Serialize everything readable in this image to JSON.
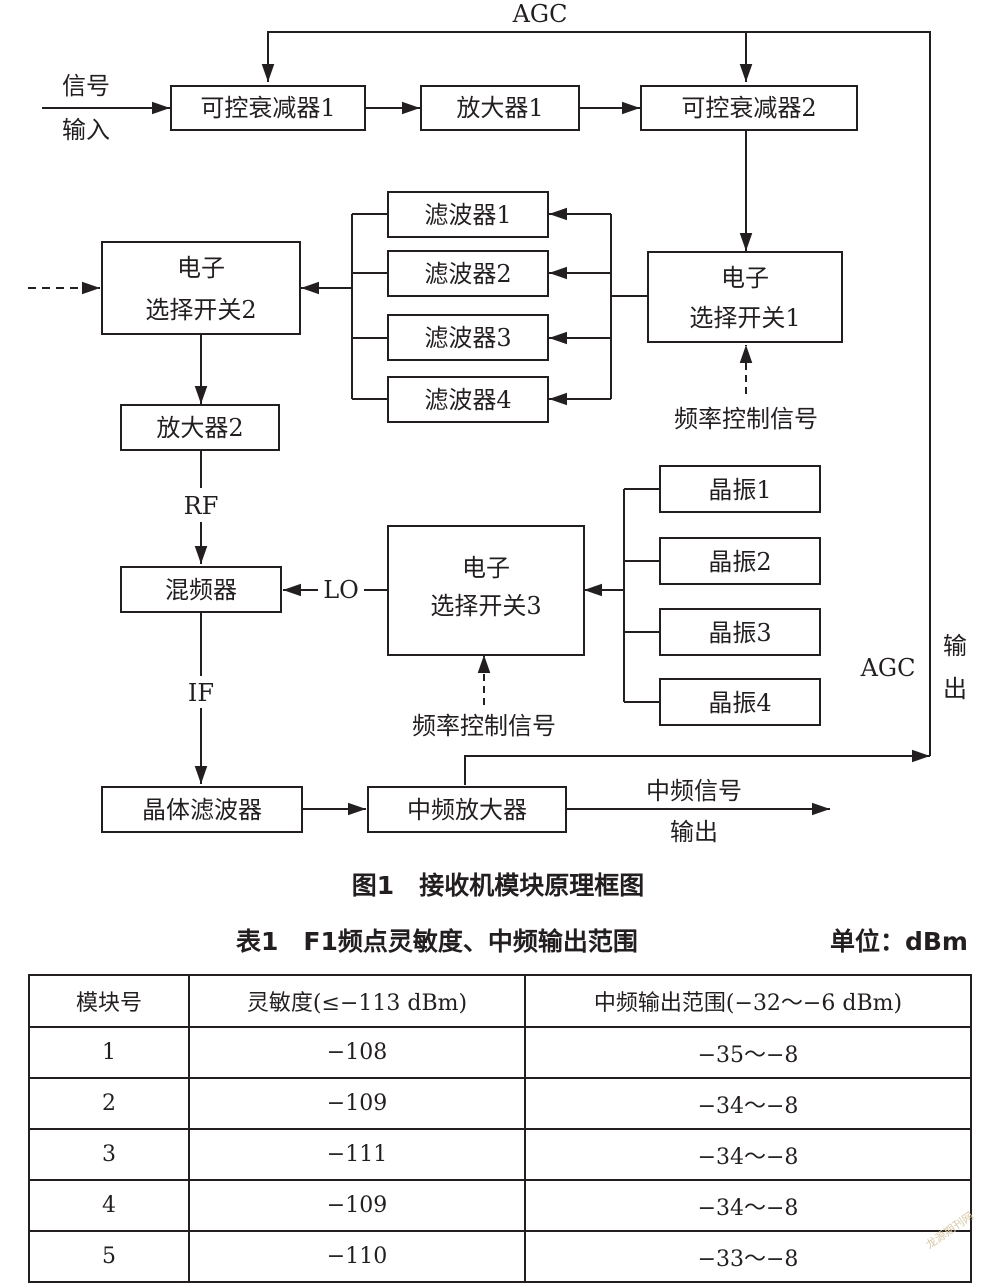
{
  "diagram": {
    "agc_top": "AGC",
    "input_label_1": "信号",
    "input_label_2": "输入",
    "att1": "可控衰减器1",
    "amp1": "放大器1",
    "att2": "可控衰减器2",
    "filters": [
      "滤波器1",
      "滤波器2",
      "滤波器3",
      "滤波器4"
    ],
    "switch1": [
      "电子",
      "选择开关1"
    ],
    "switch2": [
      "电子",
      "选择开关2"
    ],
    "switch3": [
      "电子",
      "选择开关3"
    ],
    "freq_ctrl_1": "频率控制信号",
    "freq_ctrl_2": "频率控制信号",
    "amp2": "放大器2",
    "rf": "RF",
    "mixer": "混频器",
    "lo": "LO",
    "if": "IF",
    "crystals": [
      "晶振1",
      "晶振2",
      "晶振3",
      "晶振4"
    ],
    "agc_right": "AGC",
    "output_v_1": "输",
    "output_v_2": "出",
    "crystal_filter": "晶体滤波器",
    "if_amp": "中频放大器",
    "if_out_1": "中频信号",
    "if_out_2": "输出"
  },
  "figure_caption": "图1　接收机模块原理框图",
  "table_caption": "表1　F1频点灵敏度、中频输出范围",
  "table_unit": "单位：dBm",
  "table": {
    "headers": [
      "模块号",
      "灵敏度(≤−113 dBm)",
      "中频输出范围(−32～−6 dBm)"
    ],
    "rows": [
      [
        "1",
        "−108",
        "−35～−8"
      ],
      [
        "2",
        "−109",
        "−34～−8"
      ],
      [
        "3",
        "−111",
        "−34～−8"
      ],
      [
        "4",
        "−109",
        "−34～−8"
      ],
      [
        "5",
        "−110",
        "−33～−8"
      ]
    ]
  },
  "watermark": "龙源期刊网"
}
